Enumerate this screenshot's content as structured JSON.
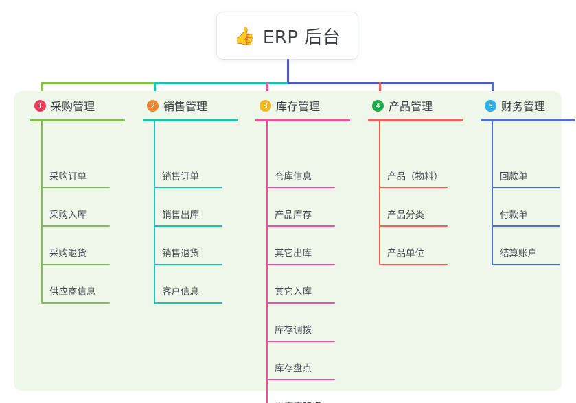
{
  "root": {
    "icon": "thumbs-up-icon",
    "emoji": "👍",
    "title": "ERP 后台"
  },
  "theme": {
    "panel_bg": "#eff7ea",
    "page_bg": "#ffffff",
    "text": "#3a3f45",
    "bus_left": "#7ec24b",
    "bus_mid": "#19c2b0",
    "bus_right": "#4a59c4"
  },
  "columns": [
    {
      "number": "1",
      "title": "采购管理",
      "badge_color": "#ec3b5b",
      "line_color": "#7ec24b",
      "items": [
        {
          "label": "采购订单"
        },
        {
          "label": "采购入库"
        },
        {
          "label": "采购退货"
        },
        {
          "label": "供应商信息"
        }
      ]
    },
    {
      "number": "2",
      "title": "销售管理",
      "badge_color": "#f08530",
      "line_color": "#19c2b0",
      "items": [
        {
          "label": "销售订单"
        },
        {
          "label": "销售出库"
        },
        {
          "label": "销售退货"
        },
        {
          "label": "客户信息"
        }
      ]
    },
    {
      "number": "3",
      "title": "库存管理",
      "badge_color": "#f5b51d",
      "line_color": "#ef4fa0",
      "items": [
        {
          "label": "仓库信息"
        },
        {
          "label": "产品库存"
        },
        {
          "label": "其它出库"
        },
        {
          "label": "其它入库"
        },
        {
          "label": "库存调拨"
        },
        {
          "label": "库存盘点"
        },
        {
          "label": "出库库明细"
        }
      ]
    },
    {
      "number": "4",
      "title": "产品管理",
      "badge_color": "#21a84a",
      "line_color": "#f4604e",
      "items": [
        {
          "label": "产品（物料）"
        },
        {
          "label": "产品分类"
        },
        {
          "label": "产品单位"
        }
      ]
    },
    {
      "number": "5",
      "title": "财务管理",
      "badge_color": "#2ab0e8",
      "line_color": "#4a70c8",
      "items": [
        {
          "label": "回款单"
        },
        {
          "label": "付款单"
        },
        {
          "label": "结算账户"
        }
      ]
    }
  ]
}
